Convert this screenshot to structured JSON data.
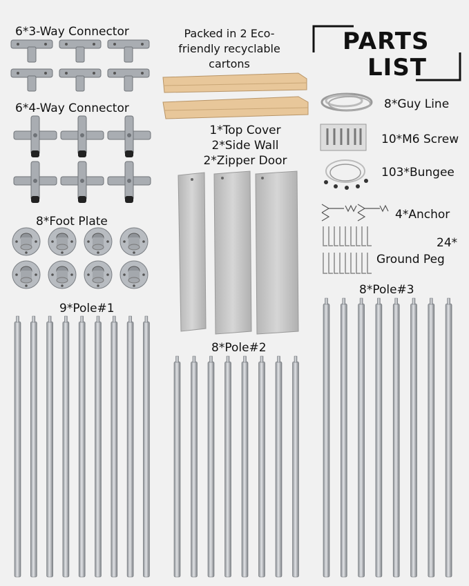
{
  "title": {
    "line1": "PARTS",
    "line2": "LIST"
  },
  "packing_note": {
    "line1": "Packed in 2 Eco-",
    "line2": "friendly recyclable",
    "line3": "cartons"
  },
  "parts": {
    "three_way_connector": "6*3-Way Connector",
    "four_way_connector": "6*4-Way Connector",
    "foot_plate": "8*Foot Plate",
    "cover_line1": "1*Top Cover",
    "cover_line2": "2*Side Wall",
    "cover_line3": "2*Zipper Door",
    "guy_line": "8*Guy Line",
    "screw": "10*M6 Screw",
    "bungee": "103*Bungee",
    "anchor": "4*Anchor",
    "peg_line1": "24*",
    "peg_line2": "Ground Peg",
    "pole1": "9*Pole#1",
    "pole2": "8*Pole#2",
    "pole3": "8*Pole#3"
  },
  "colors": {
    "background": "#f1f1f1",
    "metal": "#a9adb2",
    "metal_dark": "#6f7378",
    "carton": "#e8c79a",
    "fabric": "#c9c9c9"
  }
}
